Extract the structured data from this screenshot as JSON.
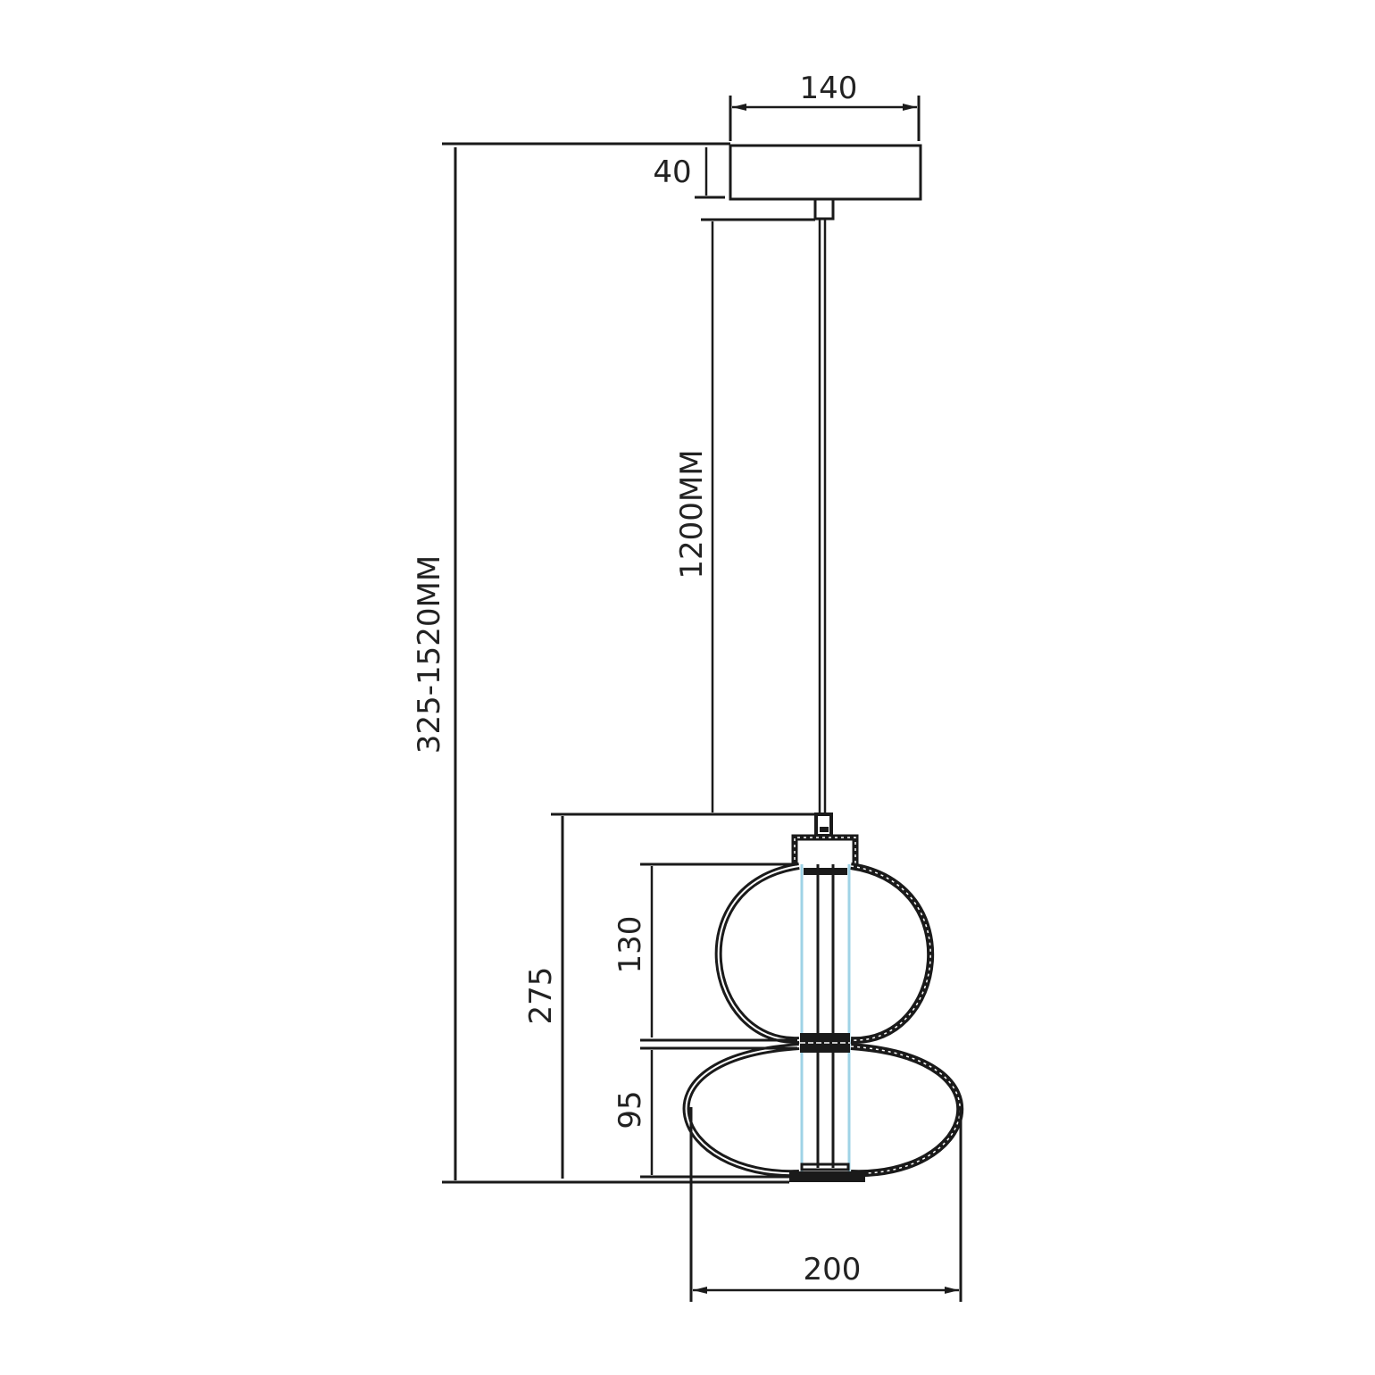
{
  "drawing": {
    "title": "Pendant lamp dimension drawing",
    "units": "mm",
    "colors": {
      "line": "#1a1a1a",
      "text": "#222222",
      "led_strip": "#9fd3e6",
      "background": "#ffffff"
    },
    "dimensions": {
      "canopy_width": "140",
      "canopy_height": "40",
      "cable_length": "1200MM",
      "total_height": "325-1520MM",
      "shade_height": "275",
      "upper_globe_height": "130",
      "lower_globe_height": "95",
      "shade_width": "200"
    },
    "components": [
      {
        "name": "ceiling-canopy",
        "label": "Canopy"
      },
      {
        "name": "suspension-cable",
        "label": "Cable"
      },
      {
        "name": "upper-globe",
        "label": "Upper glass globe"
      },
      {
        "name": "lower-globe",
        "label": "Lower glass globe"
      },
      {
        "name": "led-tube",
        "label": "LED light rod"
      }
    ]
  }
}
